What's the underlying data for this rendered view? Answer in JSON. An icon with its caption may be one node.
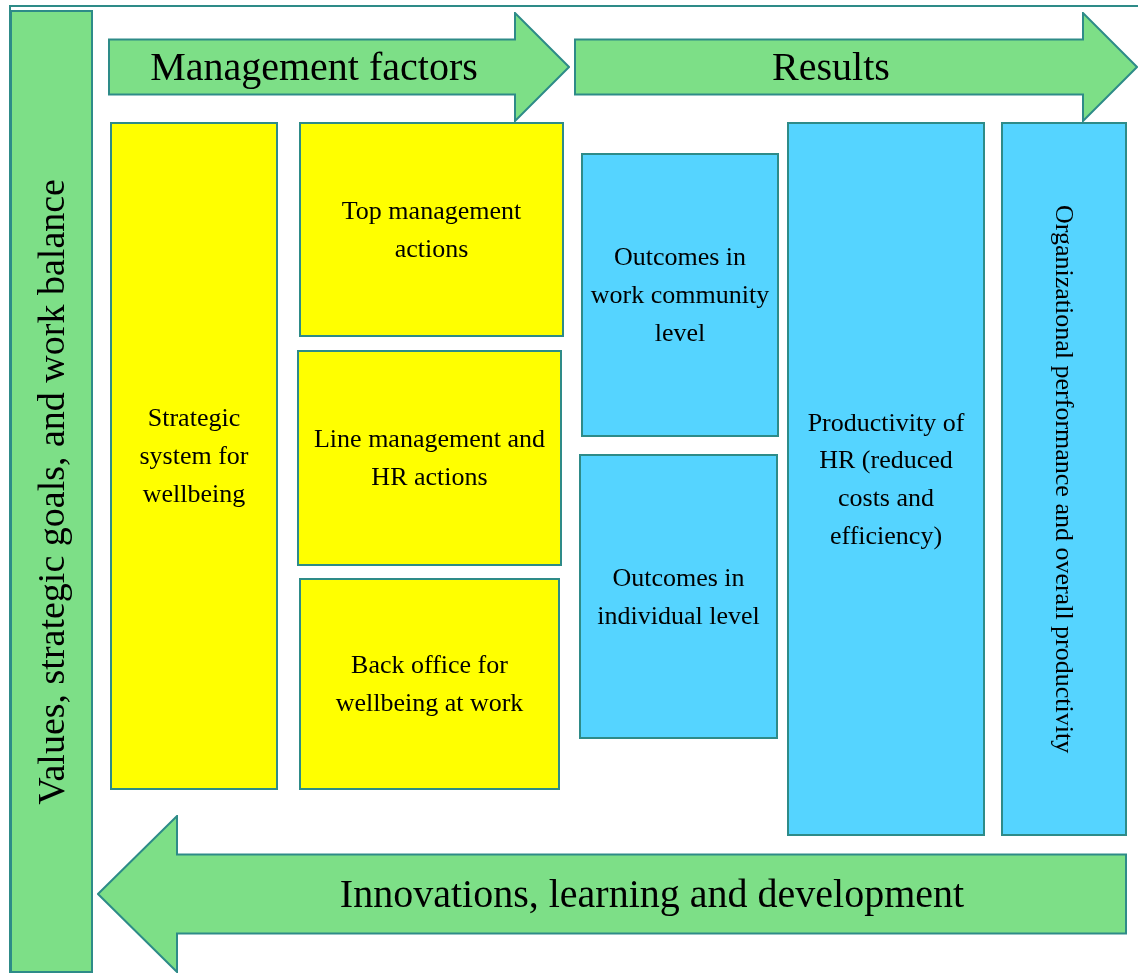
{
  "diagram": {
    "nodes": [
      {
        "text": [
          "Values, strategic goals, and work balance"
        ]
      },
      {
        "text": [
          "Management factors"
        ]
      },
      {
        "text": [
          "Results"
        ]
      },
      {
        "text": [
          "Strategic system for wellbeing"
        ]
      },
      {
        "text": [
          "Top management actions"
        ]
      },
      {
        "text": [
          "Line management and HR actions"
        ]
      },
      {
        "text": [
          "Back office for wellbeing at work"
        ]
      },
      {
        "text": [
          "Outcomes in work community level"
        ]
      },
      {
        "text": [
          "Outcomes in individual level"
        ]
      },
      {
        "text": [
          "Productivity of HR (reduced costs and efficiency)"
        ]
      },
      {
        "text": [
          "Organizational performance and overall productivity"
        ]
      },
      {
        "text": [
          "Innovations, learning and development"
        ]
      }
    ]
  }
}
